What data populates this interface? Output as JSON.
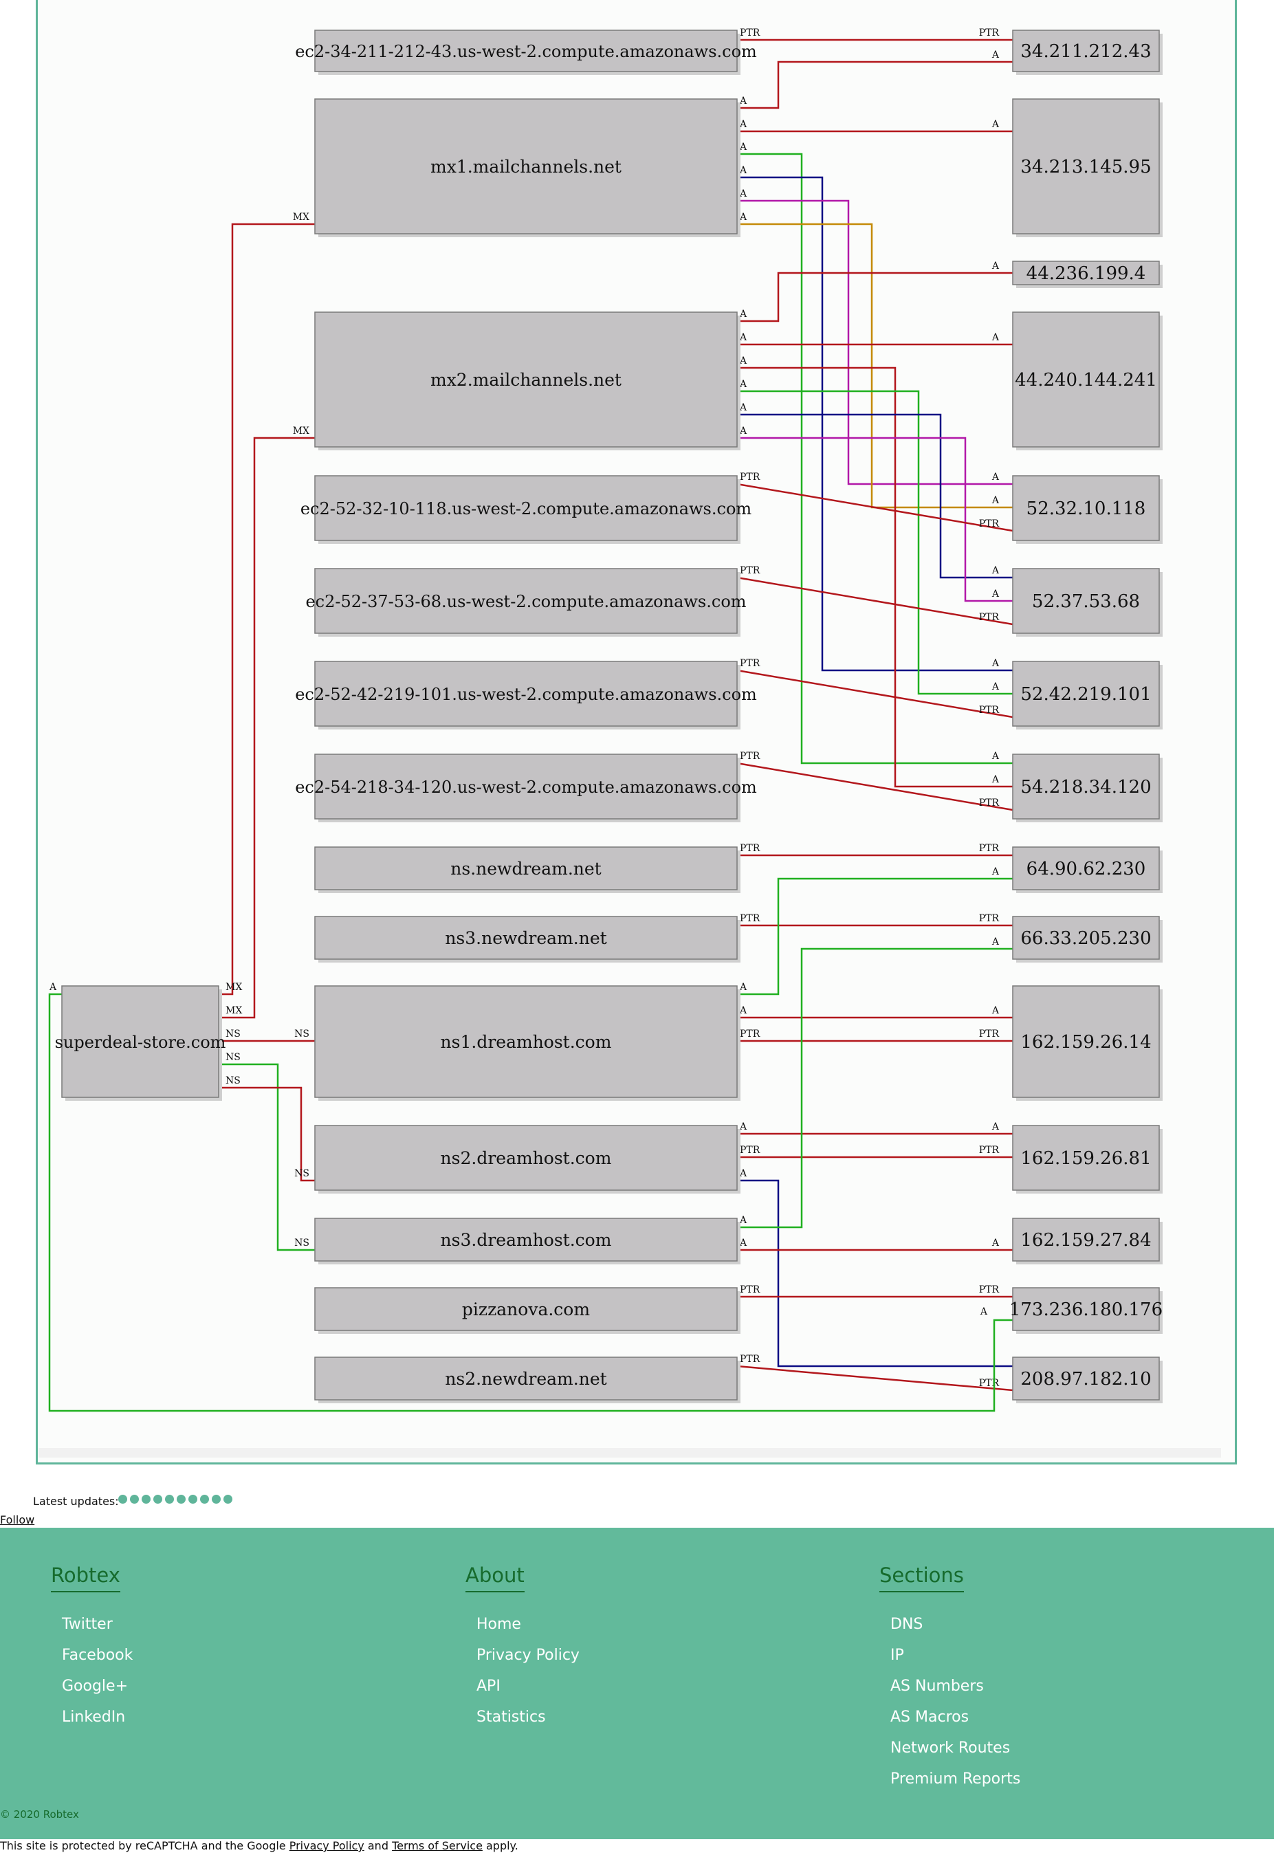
{
  "graph": {
    "hosts": [
      {
        "id": "h_ec2_34",
        "label": "ec2-34-211-212-43.us-west-2.compute.amazonaws.com"
      },
      {
        "id": "h_mx1",
        "label": "mx1.mailchannels.net"
      },
      {
        "id": "h_mx2",
        "label": "mx2.mailchannels.net"
      },
      {
        "id": "h_ec2_52_32",
        "label": "ec2-52-32-10-118.us-west-2.compute.amazonaws.com"
      },
      {
        "id": "h_ec2_52_37",
        "label": "ec2-52-37-53-68.us-west-2.compute.amazonaws.com"
      },
      {
        "id": "h_ec2_52_42",
        "label": "ec2-52-42-219-101.us-west-2.compute.amazonaws.com"
      },
      {
        "id": "h_ec2_54",
        "label": "ec2-54-218-34-120.us-west-2.compute.amazonaws.com"
      },
      {
        "id": "h_nsnd",
        "label": "ns.newdream.net"
      },
      {
        "id": "h_ns3nd",
        "label": "ns3.newdream.net"
      },
      {
        "id": "h_ns1dh",
        "label": "ns1.dreamhost.com"
      },
      {
        "id": "h_ns2dh",
        "label": "ns2.dreamhost.com"
      },
      {
        "id": "h_ns3dh",
        "label": "ns3.dreamhost.com"
      },
      {
        "id": "h_pizza",
        "label": "pizzanova.com"
      },
      {
        "id": "h_ns2nd",
        "label": "ns2.newdream.net"
      }
    ],
    "ips": [
      {
        "id": "i1",
        "label": "34.211.212.43"
      },
      {
        "id": "i2",
        "label": "34.213.145.95"
      },
      {
        "id": "i3",
        "label": "44.236.199.4"
      },
      {
        "id": "i4",
        "label": "44.240.144.241"
      },
      {
        "id": "i5",
        "label": "52.32.10.118"
      },
      {
        "id": "i6",
        "label": "52.37.53.68"
      },
      {
        "id": "i7",
        "label": "52.42.219.101"
      },
      {
        "id": "i8",
        "label": "54.218.34.120"
      },
      {
        "id": "i9",
        "label": "64.90.62.230"
      },
      {
        "id": "i10",
        "label": "66.33.205.230"
      },
      {
        "id": "i11",
        "label": "162.159.26.14"
      },
      {
        "id": "i12",
        "label": "162.159.26.81"
      },
      {
        "id": "i13",
        "label": "162.159.27.84"
      },
      {
        "id": "i14",
        "label": "173.236.180.176"
      },
      {
        "id": "i15",
        "label": "208.97.182.10"
      }
    ],
    "root": {
      "id": "root",
      "label": "superdeal-store.com"
    },
    "edge_colors": {
      "red": "#b3171c",
      "green": "#20b020",
      "blue": "#0c0c84",
      "purple": "#b218a8",
      "orange": "#c48a08"
    },
    "edges": [
      {
        "from": "h_ec2_34",
        "to": "i1",
        "label_from": "PTR",
        "label_to": "PTR",
        "color": "red"
      },
      {
        "from": "h_mx1",
        "to": "i1",
        "label_from": "A",
        "label_to": "A",
        "color": "red"
      },
      {
        "from": "h_mx1",
        "to": "i2",
        "label_from": "A",
        "label_to": "A",
        "color": "red"
      },
      {
        "from": "h_mx1",
        "to": "i8",
        "label_from": "A",
        "label_to": "A",
        "color": "green"
      },
      {
        "from": "h_mx1",
        "to": "i7",
        "label_from": "A",
        "label_to": "A",
        "color": "blue"
      },
      {
        "from": "h_mx1",
        "to": "i5",
        "label_from": "A",
        "label_to": "A",
        "color": "purple"
      },
      {
        "from": "h_mx1",
        "to": "i5",
        "label_from": "A",
        "label_to": "A",
        "color": "orange"
      },
      {
        "from": "h_mx2",
        "to": "i3",
        "label_from": "A",
        "label_to": "A",
        "color": "red"
      },
      {
        "from": "h_mx2",
        "to": "i4",
        "label_from": "A",
        "label_to": "A",
        "color": "red"
      },
      {
        "from": "h_mx2",
        "to": "i8",
        "label_from": "A",
        "label_to": "A",
        "color": "red"
      },
      {
        "from": "h_mx2",
        "to": "i7",
        "label_from": "A",
        "label_to": "A",
        "color": "green"
      },
      {
        "from": "h_mx2",
        "to": "i6",
        "label_from": "A",
        "label_to": "A",
        "color": "blue"
      },
      {
        "from": "h_mx2",
        "to": "i6",
        "label_from": "A",
        "label_to": "A",
        "color": "purple"
      },
      {
        "from": "h_ec2_52_32",
        "to": "i5",
        "label_from": "PTR",
        "label_to": "PTR",
        "color": "red"
      },
      {
        "from": "h_ec2_52_37",
        "to": "i6",
        "label_from": "PTR",
        "label_to": "PTR",
        "color": "red"
      },
      {
        "from": "h_ec2_52_42",
        "to": "i7",
        "label_from": "PTR",
        "label_to": "PTR",
        "color": "red"
      },
      {
        "from": "h_ec2_54",
        "to": "i8",
        "label_from": "PTR",
        "label_to": "PTR",
        "color": "red"
      },
      {
        "from": "h_nsnd",
        "to": "i9",
        "label_from": "PTR",
        "label_to": "PTR",
        "color": "red"
      },
      {
        "from": "h_ns3nd",
        "to": "i10",
        "label_from": "PTR",
        "label_to": "PTR",
        "color": "red"
      },
      {
        "from": "h_ns1dh",
        "to": "i9",
        "label_from": "A",
        "label_to": "A",
        "color": "green"
      },
      {
        "from": "h_ns1dh",
        "to": "i11",
        "label_from": "A",
        "label_to": "A",
        "color": "red"
      },
      {
        "from": "h_ns1dh",
        "to": "i11",
        "label_from": "PTR",
        "label_to": "PTR",
        "color": "red"
      },
      {
        "from": "h_ns2dh",
        "to": "i12",
        "label_from": "A",
        "label_to": "A",
        "color": "red"
      },
      {
        "from": "h_ns2dh",
        "to": "i12",
        "label_from": "PTR",
        "label_to": "PTR",
        "color": "red"
      },
      {
        "from": "h_ns2dh",
        "to": "i15",
        "label_from": "A",
        "label_to": "",
        "color": "blue"
      },
      {
        "from": "h_ns3dh",
        "to": "i10",
        "label_from": "A",
        "label_to": "A",
        "color": "green"
      },
      {
        "from": "h_ns3dh",
        "to": "i13",
        "label_from": "A",
        "label_to": "A",
        "color": "red"
      },
      {
        "from": "h_pizza",
        "to": "i14",
        "label_from": "PTR",
        "label_to": "PTR",
        "color": "red"
      },
      {
        "from": "h_ns2nd",
        "to": "i15",
        "label_from": "PTR",
        "label_to": "PTR",
        "color": "red"
      },
      {
        "from": "root",
        "to": "i14",
        "label_from": "A",
        "label_to": "A",
        "color": "green"
      },
      {
        "from": "root",
        "to": "h_mx1",
        "label_from": "MX",
        "label_to": "MX",
        "color": "red"
      },
      {
        "from": "root",
        "to": "h_mx2",
        "label_from": "MX",
        "label_to": "MX",
        "color": "red"
      },
      {
        "from": "root",
        "to": "h_ns1dh",
        "label_from": "NS",
        "label_to": "NS",
        "color": "red"
      },
      {
        "from": "root",
        "to": "h_ns3dh",
        "label_from": "NS",
        "label_to": "NS",
        "color": "green"
      },
      {
        "from": "root",
        "to": "h_ns2dh",
        "label_from": "NS",
        "label_to": "NS",
        "color": "red"
      }
    ]
  },
  "updates": {
    "label": "Latest updates:",
    "dot_count": 10
  },
  "follow_label": "Follow",
  "footer": {
    "columns": [
      {
        "heading": "Robtex",
        "links": [
          "Twitter",
          "Facebook",
          "Google+",
          "LinkedIn"
        ]
      },
      {
        "heading": "About",
        "links": [
          "Home",
          "Privacy Policy",
          "API",
          "Statistics"
        ]
      },
      {
        "heading": "Sections",
        "links": [
          "DNS",
          "IP",
          "AS Numbers",
          "AS Macros",
          "Network Routes",
          "Premium Reports"
        ]
      }
    ],
    "copyright": "© 2020 Robtex"
  },
  "recaptcha": {
    "prefix": "This site is protected by reCAPTCHA and the Google ",
    "privacy": "Privacy Policy",
    "and": " and ",
    "terms": "Terms of Service",
    "suffix": " apply."
  }
}
